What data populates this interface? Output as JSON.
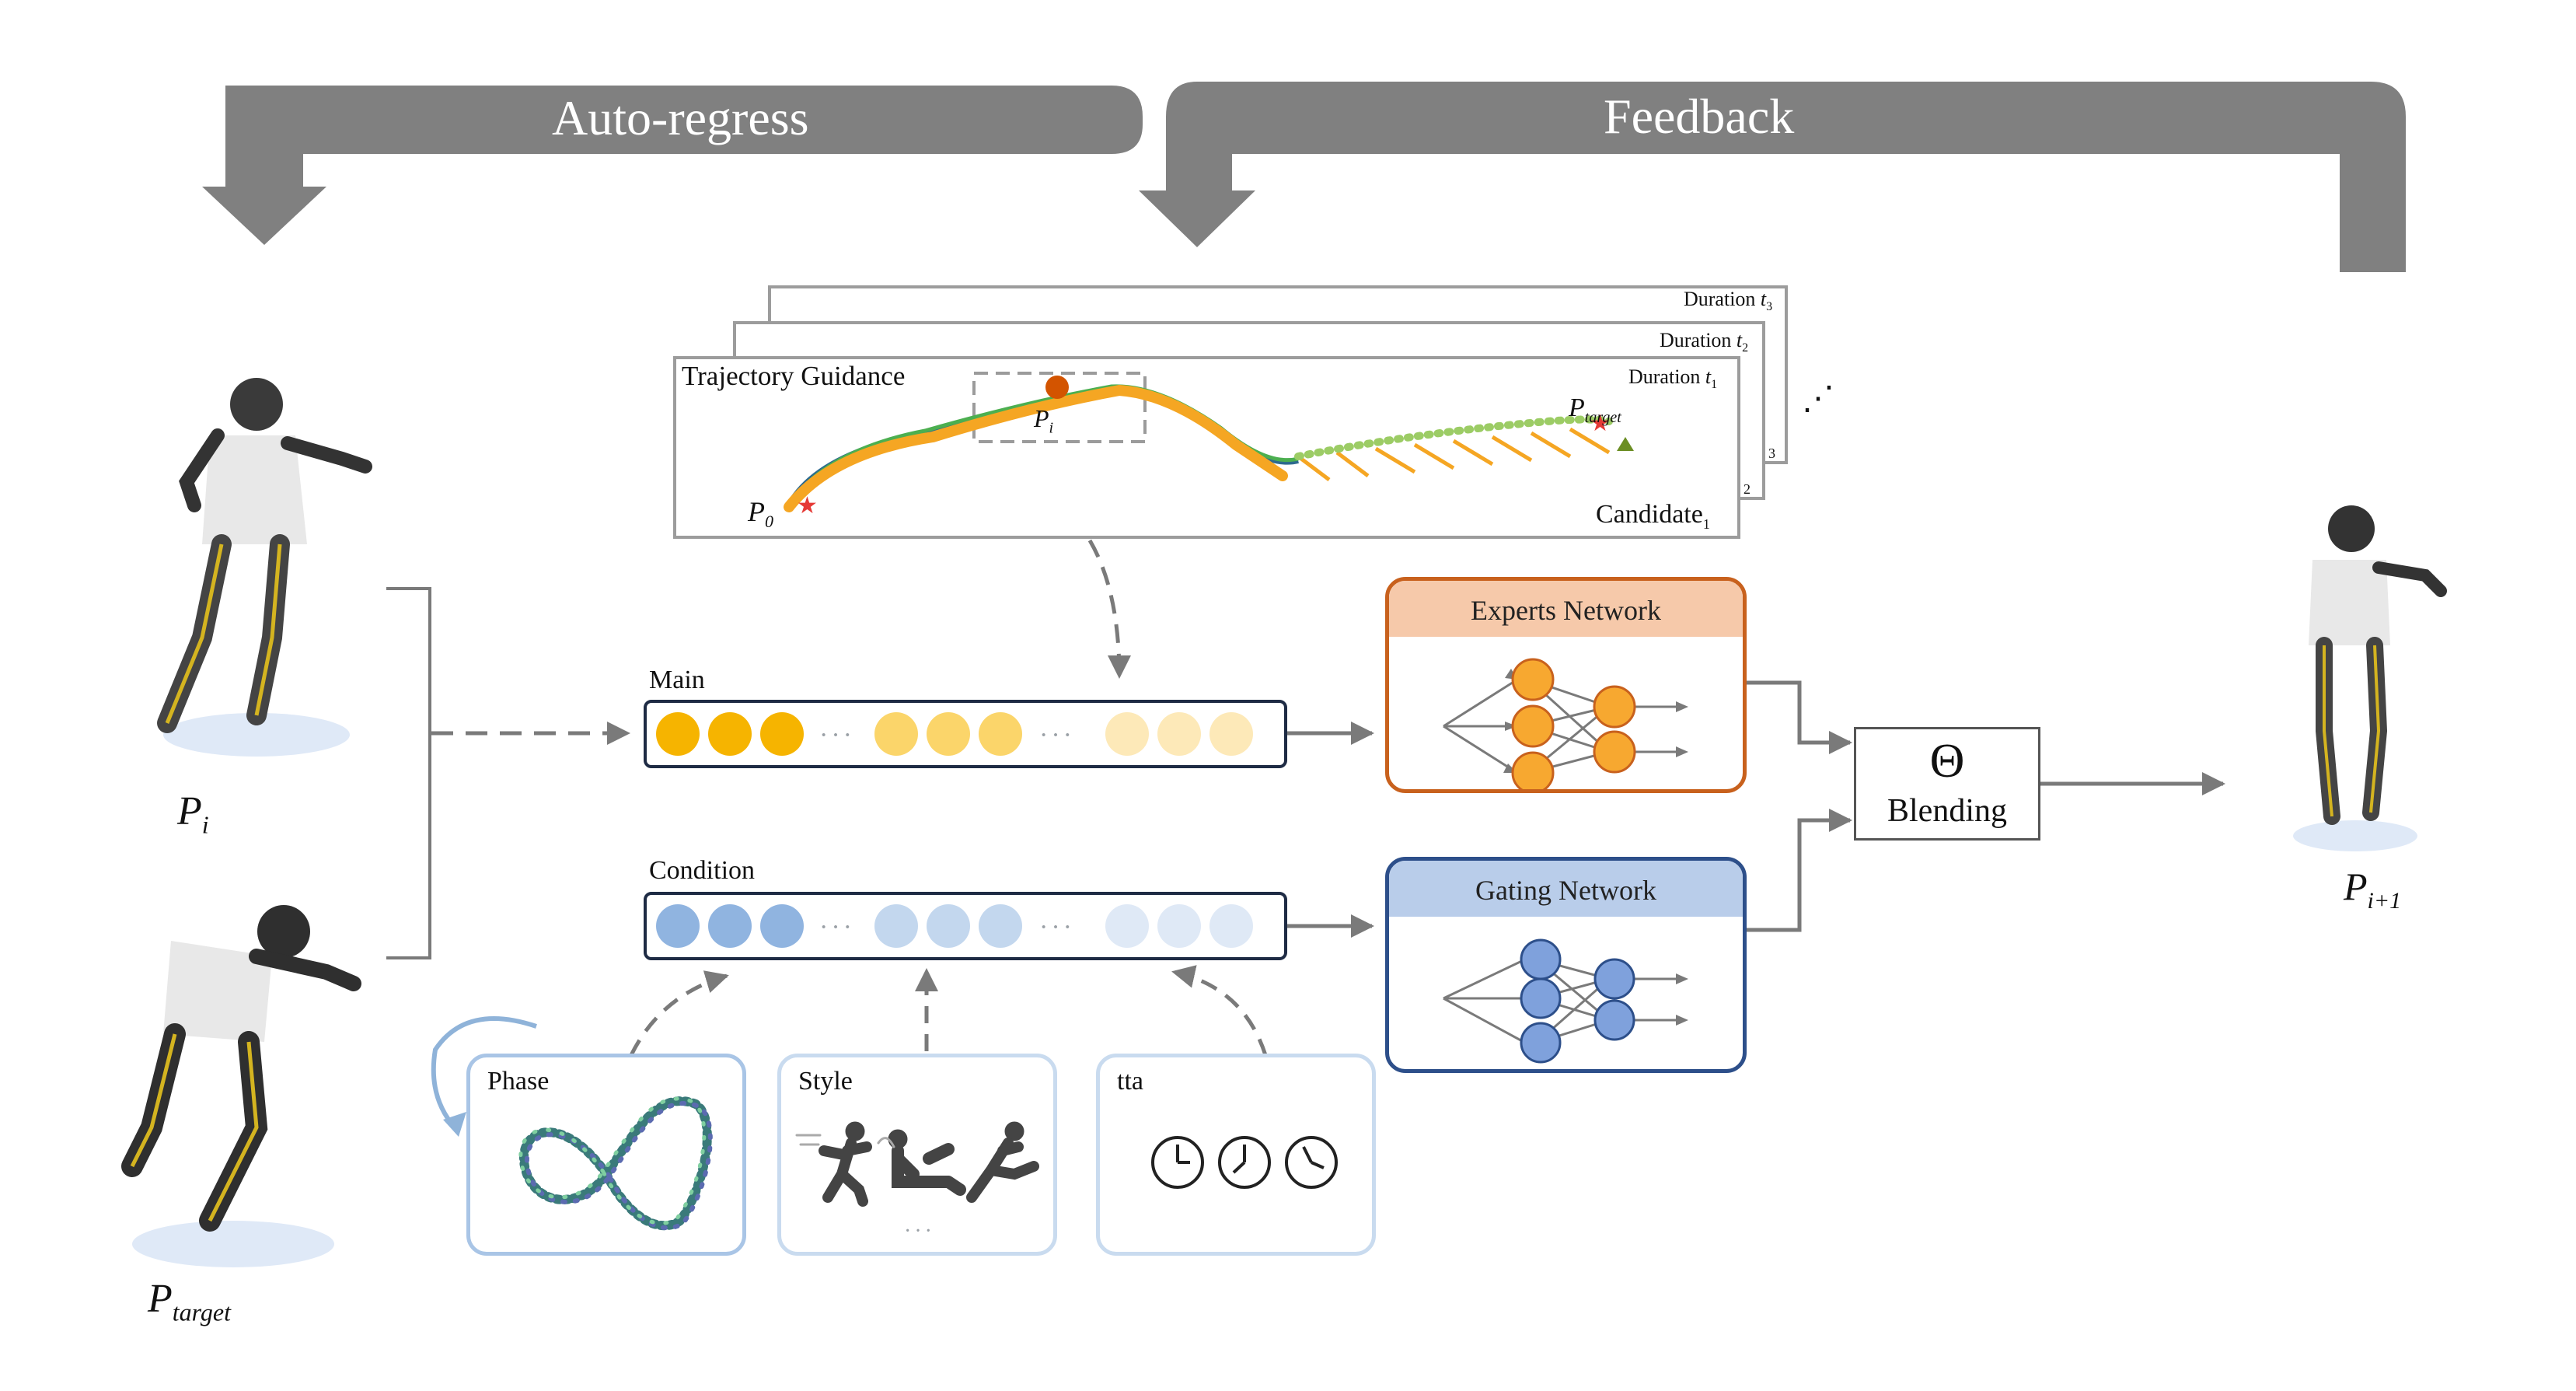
{
  "arrows": {
    "auto_regress": "Auto-regress",
    "feedback": "Feedback"
  },
  "trajectory": {
    "title": "Trajectory Guidance",
    "durations": [
      {
        "label": "Duration ",
        "sub": "t",
        "idx": "1"
      },
      {
        "label": "Duration ",
        "sub": "t",
        "idx": "2"
      },
      {
        "label": "Duration ",
        "sub": "t",
        "idx": "3"
      }
    ],
    "candidate_label": "Candidate",
    "candidate_index": "1",
    "stack_indices": [
      "2",
      "3"
    ],
    "more": "⋰",
    "p0": {
      "base": "P",
      "sub": "0"
    },
    "pi": {
      "base": "P",
      "sub": "i"
    },
    "ptarget": {
      "base": "P",
      "sub": "target"
    }
  },
  "poses": {
    "pi": {
      "base": "P",
      "sub": "i"
    },
    "ptarget": {
      "base": "P",
      "sub": "target"
    },
    "pnext": {
      "base": "P",
      "sub": "i+1"
    }
  },
  "main": {
    "label": "Main",
    "ellipsis": "···",
    "colors": [
      "#f6b400",
      "#fbd56a",
      "#fde9b8"
    ]
  },
  "condition": {
    "label": "Condition",
    "ellipsis": "···",
    "colors": [
      "#90b4e0",
      "#c3d7ee",
      "#dfe9f6"
    ]
  },
  "experts": {
    "title": "Experts Network",
    "header_color": "#f6c9aa",
    "border_color": "#c8611d",
    "node_color": "#f7a830"
  },
  "gating": {
    "title": "Gating Network",
    "header_color": "#b9cdea",
    "border_color": "#2d4f8a",
    "node_color": "#7fa1dc"
  },
  "blending": {
    "symbol": "Θ",
    "label": "Blending"
  },
  "conditions": {
    "phase": "Phase",
    "style": "Style",
    "style_more": "···",
    "tta": "tta"
  },
  "colors": {
    "arrow_gray": "#808080",
    "line_gray": "#7a7a7a",
    "trajectory_orange": "#f5a623",
    "trajectory_green": "#8bc34a"
  }
}
